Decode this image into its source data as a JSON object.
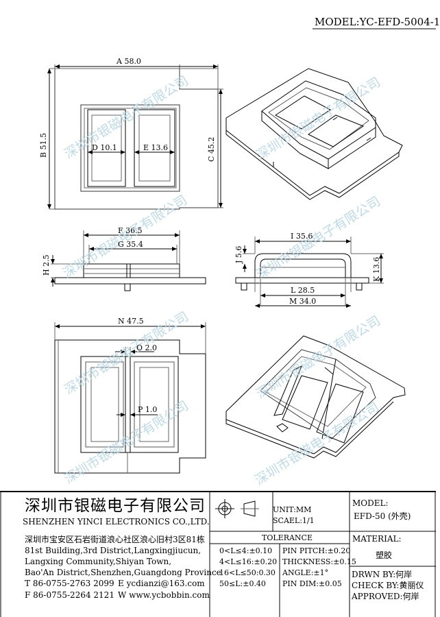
{
  "model_header": "MODEL:YC-EFD-5004-1",
  "watermark": "深圳市银磁电子有限公司",
  "dimensions": {
    "A": "A 58.0",
    "B": "B 51.5",
    "C": "C 45.2",
    "D": "D 10.1",
    "E": "E 13.6",
    "F": "F 36.5",
    "G": "G 35.4",
    "H": "H 2.5",
    "I": "I 35.6",
    "J": "J 5.6",
    "K": "K 13.6",
    "L": "L 28.5",
    "M": "M 34.0",
    "N": "N 47.5",
    "O": "O 2.0",
    "P": "P 1.0"
  },
  "title_block": {
    "company_cn": "深圳市银磁电子有限公司",
    "company_en": "SHENZHEN YINCI ELECTRONICS CO.,LTD.",
    "address_cn": "深圳市宝安区石岩街道浪心社区浪心旧村3区81栋",
    "address_en_1": "81st Building,3rd District,Langxingjiucun,",
    "address_en_2": "Langxing Community,Shiyan Town,",
    "address_en_3": "Bao'An District,Shenzhen,Guangdong Province",
    "tel": "T 86-0755-2763 2099",
    "email": "E ycdianzi@163.com",
    "fax": "F 86-0755-2264 2121",
    "web": "W www.ycbobbin.com",
    "unit": "UNIT:MM",
    "scale": "SCAEL:1/1",
    "model_label": "MODEL:",
    "model_value": "EFD-50 (外壳)",
    "tolerance_title": "TOLERANCE",
    "tolerance_left": [
      "0<L≤4:±0.10",
      "4<L≤16:±0.20",
      "16<L≤50:0.30",
      "50≤L:±0.40"
    ],
    "tolerance_right": [
      "PIN PITCH:±0.20",
      "THICKNESS:±0.15",
      "ANGLE:±1°",
      "PIN DIM:±0.05"
    ],
    "material_label": "MATERIAL:",
    "material_value": "塑胶",
    "drawn_by": "DRWN BY:何岸",
    "check_by": "CHECK BY:黄丽仪",
    "approved": "APPROVED:何岸"
  }
}
